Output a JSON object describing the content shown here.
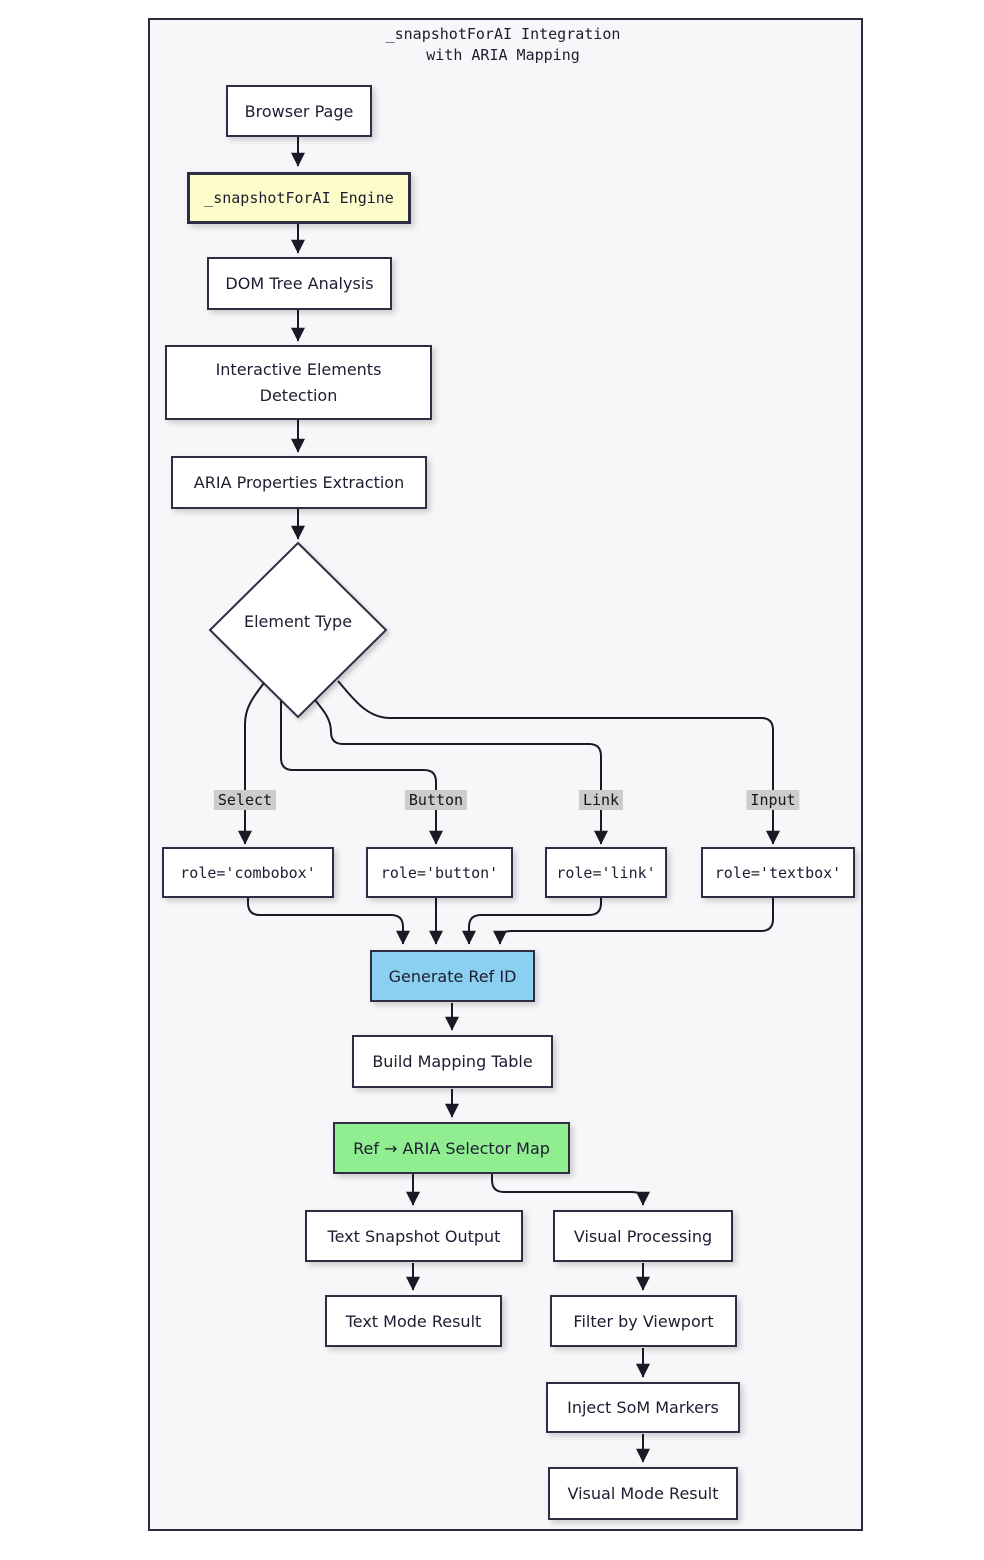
{
  "diagram": {
    "title_line1": "_snapshotForAI Integration",
    "title_line2": "with ARIA Mapping",
    "nodes": {
      "browser_page": "Browser Page",
      "engine": "_snapshotForAI Engine",
      "dom_tree": "DOM Tree Analysis",
      "interactive_detection": "Interactive Elements Detection",
      "aria_extraction": "ARIA Properties Extraction",
      "element_type": "Element Type",
      "role_combobox": "role='combobox'",
      "role_button": "role='button'",
      "role_link": "role='link'",
      "role_textbox": "role='textbox'",
      "generate_ref_id": "Generate Ref ID",
      "build_mapping_table": "Build Mapping Table",
      "selector_map": "Ref → ARIA Selector Map",
      "text_snapshot_output": "Text Snapshot Output",
      "text_mode_result": "Text Mode Result",
      "visual_processing": "Visual Processing",
      "filter_by_viewport": "Filter by Viewport",
      "inject_som_markers": "Inject SoM Markers",
      "visual_mode_result": "Visual Mode Result"
    },
    "edge_labels": {
      "select": "Select",
      "button": "Button",
      "link": "Link",
      "input": "Input"
    },
    "colors": {
      "canvas_bg": "#f7f7f9",
      "frame_border": "#2b2b3d",
      "node_border": "#2d2d44",
      "edge": "#1a1a26",
      "engine_fill": "#fdfdcc",
      "generate_fill": "#8bd0f0",
      "map_fill": "#90ee90",
      "label_bg": "#cccccc"
    }
  }
}
